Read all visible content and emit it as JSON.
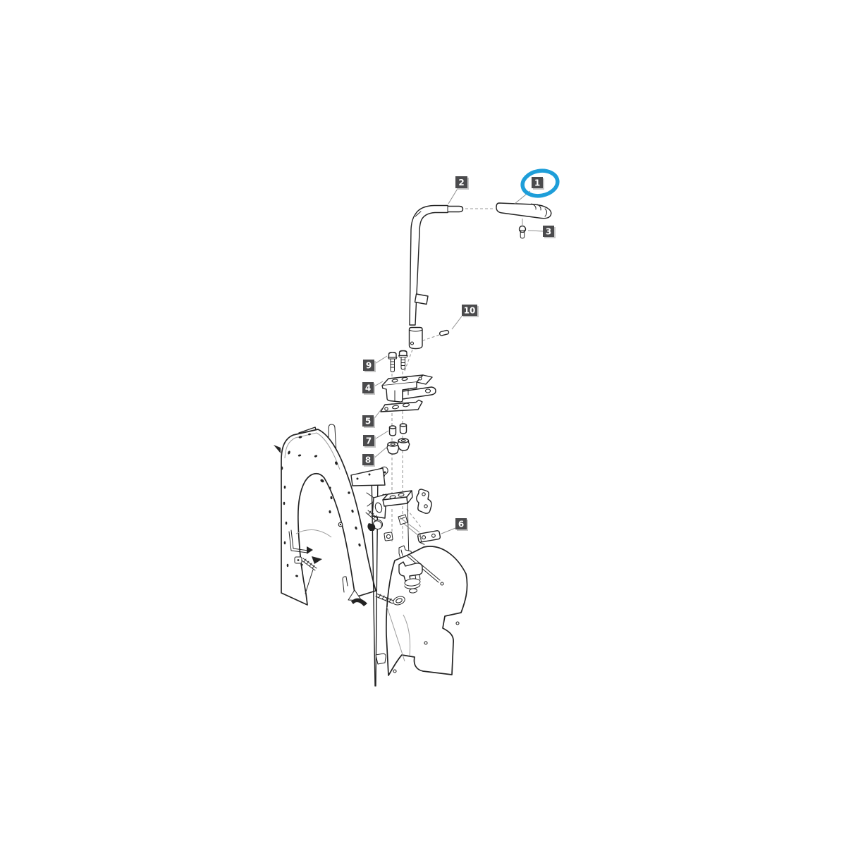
{
  "diagram": {
    "kind": "exploded-parts-diagram",
    "background": "#ffffff",
    "callouts": [
      {
        "number": "1",
        "highlighted": true
      },
      {
        "number": "2",
        "highlighted": false
      },
      {
        "number": "3",
        "highlighted": false
      },
      {
        "number": "4",
        "highlighted": false
      },
      {
        "number": "5",
        "highlighted": false
      },
      {
        "number": "6",
        "highlighted": false
      },
      {
        "number": "7",
        "highlighted": false
      },
      {
        "number": "8",
        "highlighted": false
      },
      {
        "number": "9",
        "highlighted": false
      },
      {
        "number": "10",
        "highlighted": false
      }
    ],
    "colors": {
      "line": "#232323",
      "leader": "#8e8e8e",
      "dash": "#9a9a9a",
      "callout_bg": "#4b4b4d",
      "callout_shadow": "#c6c6c6",
      "callout_text": "#ffffff",
      "highlight_ring": "#1e9ed9"
    }
  }
}
